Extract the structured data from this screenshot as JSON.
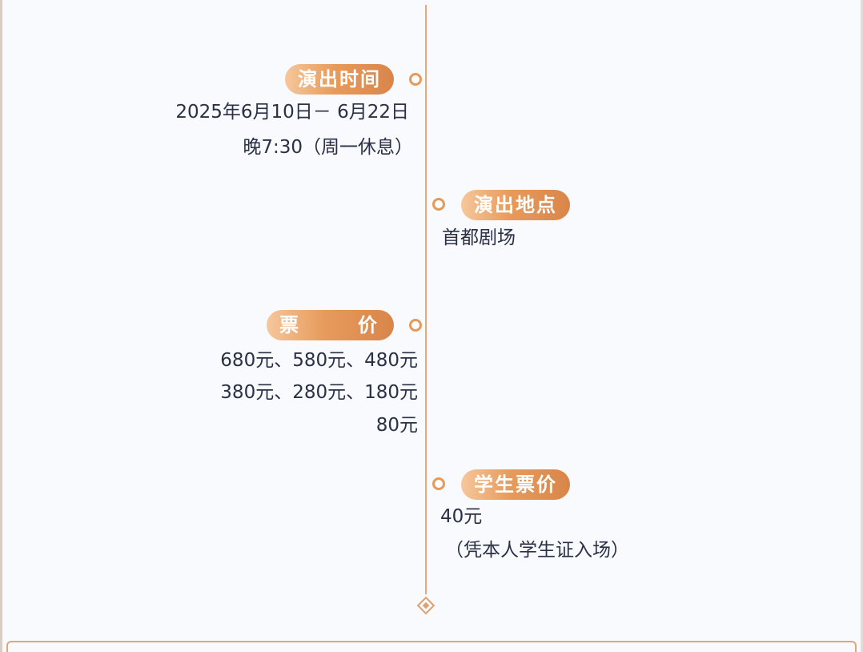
{
  "sections": [
    {
      "side": "left",
      "label": "演出时间",
      "lines": [
        "2025年6月10日－ 6月22日",
        "晚7:30（周一休息）"
      ]
    },
    {
      "side": "right",
      "label": "演出地点",
      "lines": [
        "首都剧场"
      ]
    },
    {
      "side": "left",
      "label_chars": [
        "票",
        "价"
      ],
      "lines": [
        "680元、580元、480元",
        "380元、280元、180元",
        "80元"
      ]
    },
    {
      "side": "right",
      "label": "学生票价",
      "lines": [
        "40元",
        "（凭本人学生证入场）"
      ]
    }
  ],
  "colors": {
    "accent": "#e59a5a",
    "accent_dark": "#d9854a",
    "text": "#2a3045",
    "line": "#e2aa7c",
    "background": "#f8fafd"
  }
}
